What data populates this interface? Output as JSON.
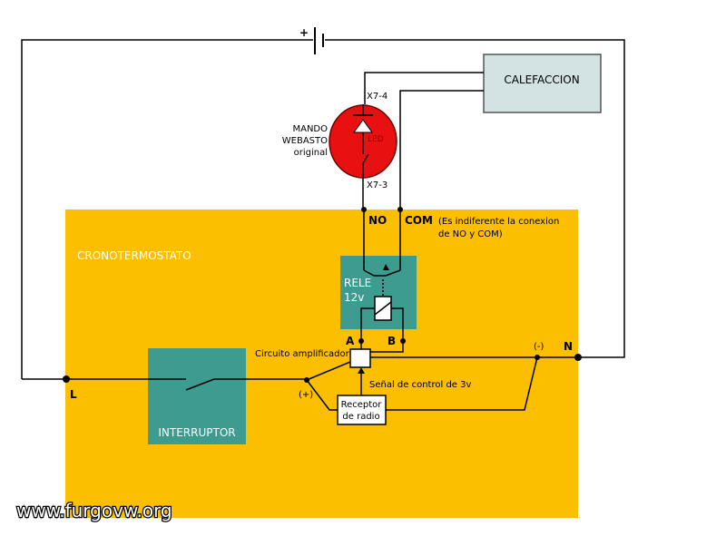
{
  "labels": {
    "plus": "+",
    "calefaccion": "CALEFACCION",
    "x7_4": "X7-4",
    "x7_3": "X7-3",
    "mando_line1": "MANDO",
    "mando_line2": "WEBASTO",
    "mando_line3": "original",
    "led": "LED",
    "no": "NO",
    "com": "COM",
    "note_line1": "(Es indiferente la conexion",
    "note_line2": "de NO y COM)",
    "cronotermostato": "CRONOTERMOSTATO",
    "rele_line1": "RELE",
    "rele_line2": "12v",
    "terminal_a": "A",
    "terminal_b": "B",
    "circuito": "Circuito amplificador",
    "minus": "(-)",
    "n": "N",
    "l": "L",
    "plus_paren": "(+)",
    "senal": "Señal de control de 3v",
    "receptor_line1": "Receptor",
    "receptor_line2": "de radio",
    "interruptor": "INTERRUPTOR",
    "watermark": "www.furgovw.org"
  },
  "colors": {
    "thermostat_bg": "#fbbf00",
    "teal_box": "#3d9b8f",
    "calefaccion_bg": "#d3e3e3",
    "led_red": "#e81010"
  }
}
